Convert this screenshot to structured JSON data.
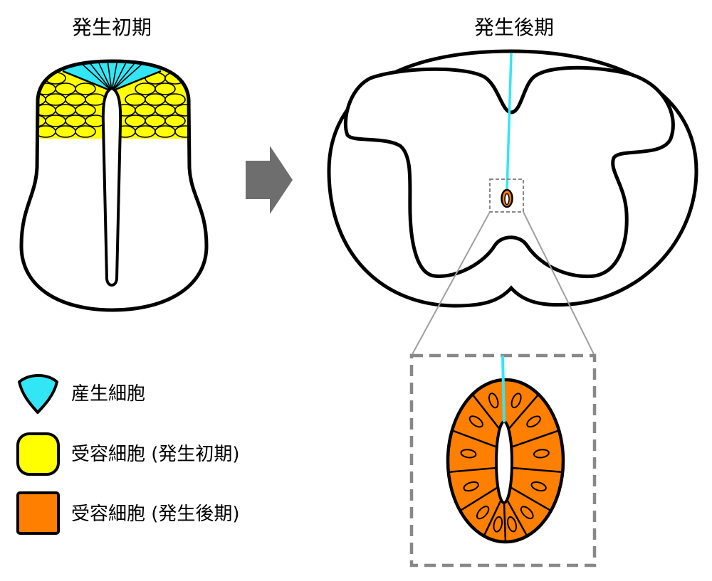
{
  "titles": {
    "early": "発生初期",
    "late": "発生後期"
  },
  "legend": [
    {
      "label": "産生細胞",
      "icon": "producer-cell-icon",
      "color": "#33E6F5"
    },
    {
      "label": "受容細胞 (発生初期)",
      "icon": "early-receptor-cell-icon",
      "color": "#FFFF00"
    },
    {
      "label": "受容細胞 (発生後期)",
      "icon": "late-receptor-cell-icon",
      "color": "#FF7F00"
    }
  ],
  "colors": {
    "arrow": "#6E6E6E",
    "zoom_frame": "#888888",
    "connector": "#A0A0A0"
  }
}
